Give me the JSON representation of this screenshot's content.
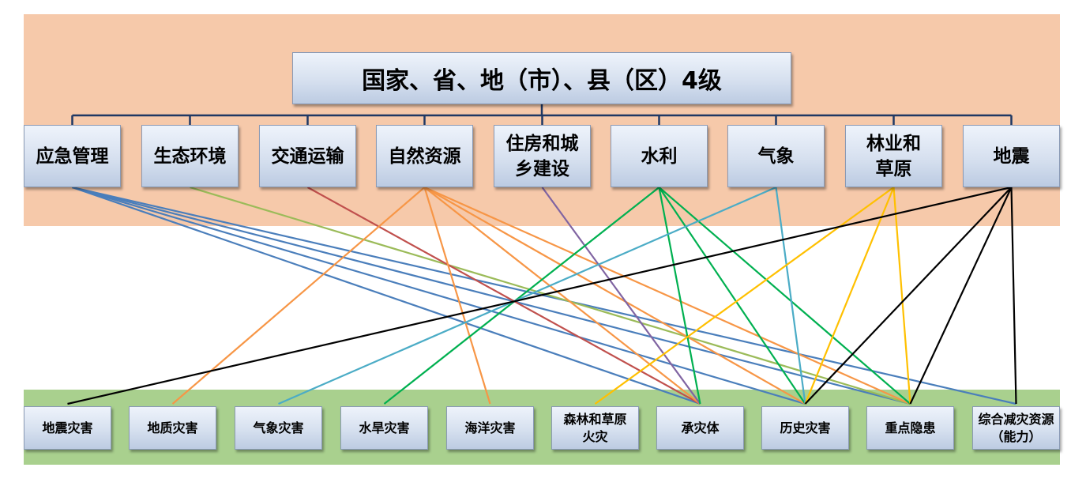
{
  "root": {
    "label": "国家、省、地（市）、县（区）4级"
  },
  "departments": [
    {
      "id": "emergency",
      "label": "应急管理"
    },
    {
      "id": "ecology",
      "label": "生态环境"
    },
    {
      "id": "transport",
      "label": "交通运输"
    },
    {
      "id": "natural-resources",
      "label": "自然资源"
    },
    {
      "id": "housing",
      "label": "住房和城\n乡建设"
    },
    {
      "id": "water",
      "label": "水利"
    },
    {
      "id": "meteorology",
      "label": "气象"
    },
    {
      "id": "forestry",
      "label": "林业和\n草原"
    },
    {
      "id": "earthquake",
      "label": "地震"
    }
  ],
  "categories": [
    {
      "id": "earthquake-disaster",
      "label": "地震灾害"
    },
    {
      "id": "geological-disaster",
      "label": "地质灾害"
    },
    {
      "id": "meteorological-disaster",
      "label": "气象灾害"
    },
    {
      "id": "flood-drought-disaster",
      "label": "水旱灾害"
    },
    {
      "id": "marine-disaster",
      "label": "海洋灾害"
    },
    {
      "id": "forest-grassland-fire",
      "label": "森林和草原\n火灾"
    },
    {
      "id": "hazard-bearing-body",
      "label": "承灾体"
    },
    {
      "id": "historical-disaster",
      "label": "历史灾害"
    },
    {
      "id": "key-hazards",
      "label": "重点隐患"
    },
    {
      "id": "disaster-reduction-resources",
      "label": "综合减灾资源\n（能力）"
    }
  ],
  "connections": [
    {
      "from": "emergency",
      "to": "hazard-bearing-body",
      "color": "#4a7ebb"
    },
    {
      "from": "emergency",
      "to": "historical-disaster",
      "color": "#4a7ebb"
    },
    {
      "from": "emergency",
      "to": "key-hazards",
      "color": "#4a7ebb"
    },
    {
      "from": "emergency",
      "to": "disaster-reduction-resources",
      "color": "#4a7ebb"
    },
    {
      "from": "ecology",
      "to": "key-hazards",
      "color": "#9bbb59"
    },
    {
      "from": "transport",
      "to": "hazard-bearing-body",
      "color": "#c0504d"
    },
    {
      "from": "natural-resources",
      "to": "geological-disaster",
      "color": "#f79646"
    },
    {
      "from": "natural-resources",
      "to": "marine-disaster",
      "color": "#f79646"
    },
    {
      "from": "natural-resources",
      "to": "hazard-bearing-body",
      "color": "#f79646"
    },
    {
      "from": "natural-resources",
      "to": "historical-disaster",
      "color": "#f79646"
    },
    {
      "from": "natural-resources",
      "to": "key-hazards",
      "color": "#f79646"
    },
    {
      "from": "housing",
      "to": "hazard-bearing-body",
      "color": "#8064a2"
    },
    {
      "from": "water",
      "to": "flood-drought-disaster",
      "color": "#00b050"
    },
    {
      "from": "water",
      "to": "hazard-bearing-body",
      "color": "#00b050"
    },
    {
      "from": "water",
      "to": "historical-disaster",
      "color": "#00b050"
    },
    {
      "from": "water",
      "to": "key-hazards",
      "color": "#00b050"
    },
    {
      "from": "meteorology",
      "to": "meteorological-disaster",
      "color": "#4bacc6"
    },
    {
      "from": "meteorology",
      "to": "historical-disaster",
      "color": "#4bacc6"
    },
    {
      "from": "forestry",
      "to": "forest-grassland-fire",
      "color": "#ffc000"
    },
    {
      "from": "forestry",
      "to": "historical-disaster",
      "color": "#ffc000"
    },
    {
      "from": "forestry",
      "to": "key-hazards",
      "color": "#ffc000"
    },
    {
      "from": "earthquake",
      "to": "earthquake-disaster",
      "color": "#000000"
    },
    {
      "from": "earthquake",
      "to": "historical-disaster",
      "color": "#000000"
    },
    {
      "from": "earthquake",
      "to": "key-hazards",
      "color": "#000000"
    },
    {
      "from": "earthquake",
      "to": "disaster-reduction-resources",
      "color": "#000000"
    }
  ],
  "colors": {
    "top_band": "#f6c9aa",
    "bottom_band": "#a9d08e",
    "tree_line": "#1f3864"
  }
}
